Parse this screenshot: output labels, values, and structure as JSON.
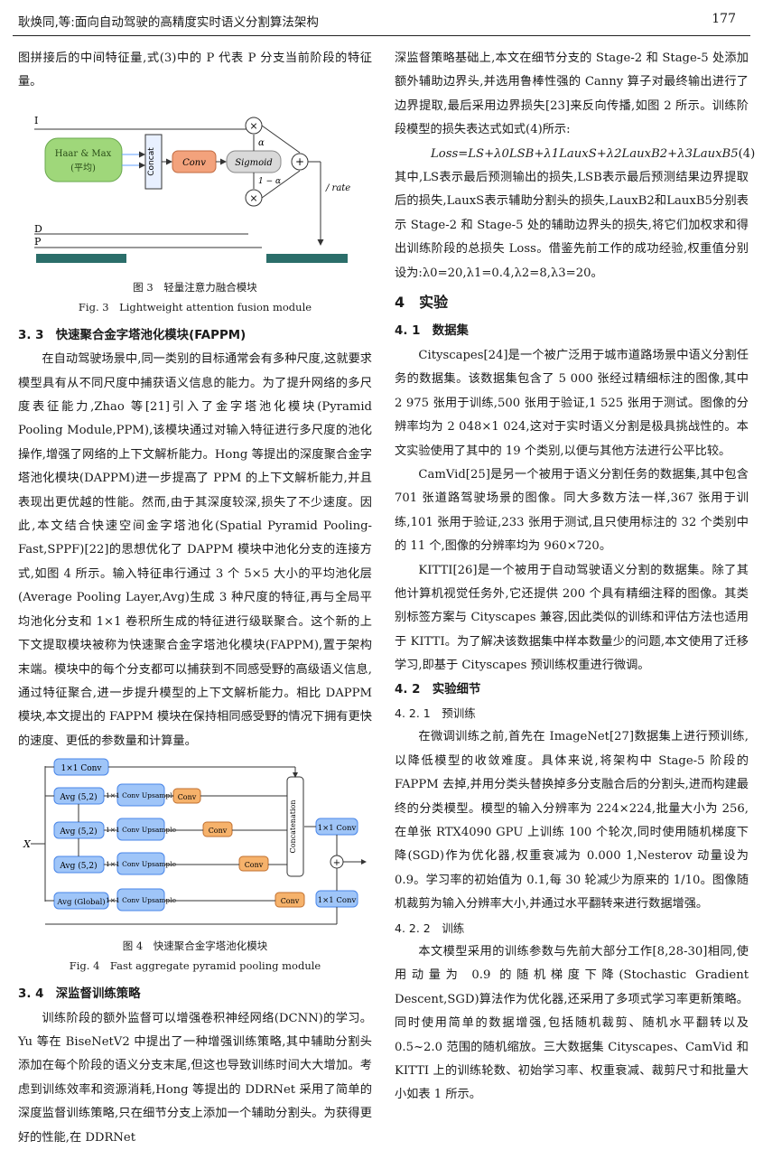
{
  "header": {
    "left": "耿焕同,等:面向自动驾驶的高精度实时语义分割算法架构",
    "page": "177"
  },
  "left": {
    "p0": "图拼接后的中间特征量,式(3)中的 P 代表 P 分支当前阶段的特征量。",
    "fig3": {
      "labels": {
        "I": "I",
        "D": "D",
        "P": "P",
        "haar": "Haar & Max",
        "haar2": "(平均)",
        "concat": "Concat",
        "conv": "Conv",
        "sigmoid": "Sigmoid",
        "alpha": "α",
        "one_minus": "1 − α",
        "mul": "×",
        "add": "+",
        "rate": "/ rate"
      },
      "caption_cn": "图 3　轻量注意力融合模块",
      "caption_en": "Fig. 3　Lightweight attention fusion module"
    },
    "s33": "3. 3　快速聚合金字塔池化模块(FAPPM)",
    "p1": "在自动驾驶场景中,同一类别的目标通常会有多种尺度,这就要求模型具有从不同尺度中捕获语义信息的能力。为了提升网络的多尺度表征能力,Zhao 等[21]引入了金字塔池化模块(Pyramid Pooling Module,PPM),该模块通过对输入特征进行多尺度的池化操作,增强了网络的上下文解析能力。Hong 等提出的深度聚合金字塔池化模块(DAPPM)进一步提高了 PPM 的上下文解析能力,并且表现出更优越的性能。然而,由于其深度较深,损失了不少速度。因此,本文结合快速空间金字塔池化(Spatial Pyramid Pooling-Fast,SPPF)[22]的思想优化了 DAPPM 模块中池化分支的连接方式,如图 4 所示。输入特征串行通过 3 个 5×5 大小的平均池化层(Average Pooling Layer,Avg)生成 3 种尺度的特征,再与全局平均池化分支和 1×1 卷积所生成的特征进行级联聚合。这个新的上下文提取模块被称为快速聚合金字塔池化模块(FAPPM),置于架构末端。模块中的每个分支都可以捕获到不同感受野的高级语义信息,通过特征聚合,进一步提升模型的上下文解析能力。相比 DAPPM 模块,本文提出的 FAPPM 模块在保持相同感受野的情况下拥有更快的速度、更低的参数量和计算量。",
    "fig4": {
      "labels": {
        "x": "X",
        "c11": "1×1 Conv",
        "avg1": "Avg (5,2)",
        "avg2": "Avg (5,2)",
        "avg3": "Avg (5,2)",
        "avgg": "Avg (Global)",
        "up": "1×1 Conv Upsample",
        "conv": "Conv",
        "concat": "Concatenation",
        "plus": "+"
      },
      "caption_cn": "图 4　快速聚合金字塔池化模块",
      "caption_en": "Fig. 4　Fast aggregate pyramid pooling module"
    },
    "s34": "3. 4　深监督训练策略",
    "p2": "训练阶段的额外监督可以增强卷积神经网络(DCNN)的学习。Yu 等在 BiseNetV2 中提出了一种增强训练策略,其中辅助分割头添加在每个阶段的语义分支末尾,但这也导致训练时间大大增加。考虑到训练效率和资源消耗,Hong 等提出的 DDRNet 采用了简单的深度监督训练策略,只在细节分支上添加一个辅助分割头。为获得更好的性能,在 DDRNet"
  },
  "right": {
    "p0": "深监督策略基础上,本文在细节分支的 Stage-2 和 Stage-5 处添加额外辅助边界头,并选用鲁棒性强的 Canny 算子对最终输出进行了边界提取,最后采用边界损失[23]来反向传播,如图 2 所示。训练阶段模型的损失表达式如式(4)所示:",
    "eq": "Loss=LS+λ0LSB+λ1LauxS+λ2LauxB2+λ3LauxB5",
    "eqnum": "(4)",
    "p1": "其中,LS表示最后预测输出的损失,LSB表示最后预测结果边界提取后的损失,LauxS表示辅助分割头的损失,LauxB2和LauxB5分别表示 Stage-2 和 Stage-5 处的辅助边界头的损失,将它们加权求和得出训练阶段的总损失 Loss。借鉴先前工作的成功经验,权重值分别设为:λ0=20,λ1=0.4,λ2=8,λ3=20。",
    "s4": "4　实验",
    "s41": "4. 1　数据集",
    "p2": "Cityscapes[24]是一个被广泛用于城市道路场景中语义分割任务的数据集。该数据集包含了 5 000 张经过精细标注的图像,其中 2 975 张用于训练,500 张用于验证,1 525 张用于测试。图像的分辨率均为 2 048×1 024,这对于实时语义分割是极具挑战性的。本文实验使用了其中的 19 个类别,以便与其他方法进行公平比较。",
    "p3": "CamVid[25]是另一个被用于语义分割任务的数据集,其中包含 701 张道路驾驶场景的图像。同大多数方法一样,367 张用于训练,101 张用于验证,233 张用于测试,且只使用标注的 32 个类别中的 11 个,图像的分辨率均为 960×720。",
    "p4": "KITTI[26]是一个被用于自动驾驶语义分割的数据集。除了其他计算机视觉任务外,它还提供 200 个具有精细注释的图像。其类别标签方案与 Cityscapes 兼容,因此类似的训练和评估方法也适用于 KITTI。为了解决该数据集中样本数量少的问题,本文使用了迁移学习,即基于 Cityscapes 预训练权重进行微调。",
    "s42": "4. 2　实验细节",
    "s421": "4. 2. 1　预训练",
    "p5": "在微调训练之前,首先在 ImageNet[27]数据集上进行预训练,以降低模型的收敛难度。具体来说,将架构中 Stage-5 阶段的 FAPPM 去掉,并用分类头替换掉多分支融合后的分割头,进而构建最终的分类模型。模型的输入分辨率为 224×224,批量大小为 256,在单张 RTX4090 GPU 上训练 100 个轮次,同时使用随机梯度下降(SGD)作为优化器,权重衰减为 0.000 1,Nesterov 动量设为 0.9。学习率的初始值为 0.1,每 30 轮减少为原来的 1/10。图像随机裁剪为输入分辨率大小,并通过水平翻转来进行数据增强。",
    "s422": "4. 2. 2　训练",
    "p6": "本文模型采用的训练参数与先前大部分工作[8,28-30]相同,使用动量为 0.9 的随机梯度下降(Stochastic Gradient Descent,SGD)算法作为优化器,还采用了多项式学习率更新策略。同时使用简单的数据增强,包括随机裁剪、随机水平翻转以及 0.5~2.0 范围的随机缩放。三大数据集 Cityscapes、CamVid 和 KITTI 上的训练轮数、初始学习率、权重衰减、裁剪尺寸和批量大小如表 1 所示。"
  }
}
